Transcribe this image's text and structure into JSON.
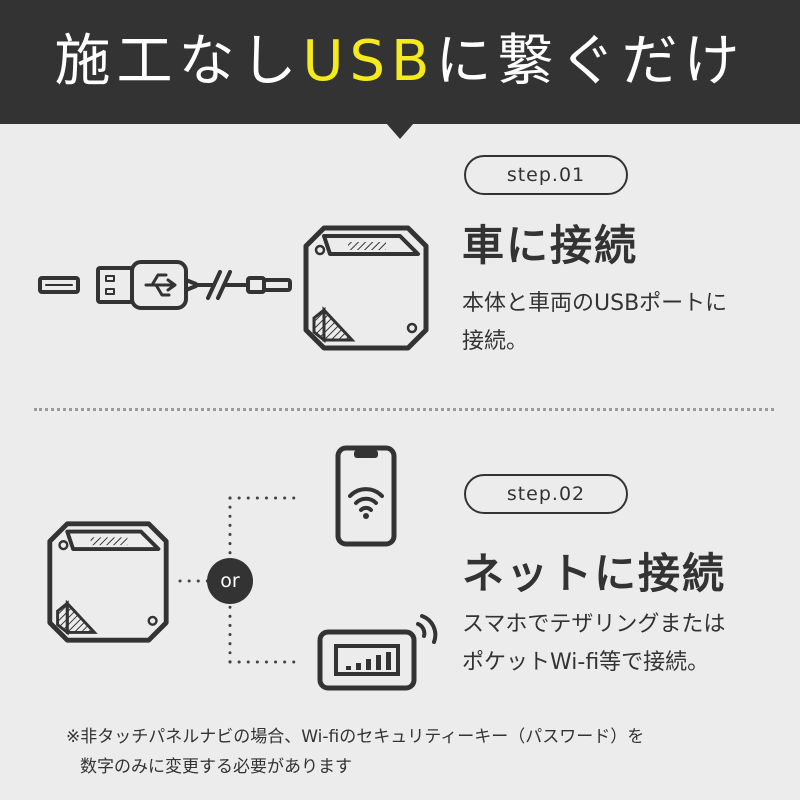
{
  "header": {
    "title_part1": "施工なし",
    "title_accent": "USB",
    "title_part2": "に繋ぐだけ"
  },
  "steps": [
    {
      "label": "step.01",
      "title": "車に接続",
      "desc_line1": "本体と車両のUSBポートに",
      "desc_line2": "接続。"
    },
    {
      "label": "step.02",
      "title": "ネットに接続",
      "desc_line1": "スマホでテザリングまたは",
      "desc_line2": "ポケットWi-fi等で接続。"
    }
  ],
  "or_label": "or",
  "note": {
    "line1": "※非タッチパネルナビの場合、Wi-fiのセキュリティーキー（パスワード）を",
    "line2": "数字のみに変更する必要があります"
  },
  "colors": {
    "banner": "#333333",
    "accent": "#f5ea1c",
    "background": "#ececec",
    "ink": "#333333"
  },
  "icons": [
    "usb-cable-icon",
    "device-icon",
    "smartphone-wifi-icon",
    "pocket-wifi-icon"
  ]
}
